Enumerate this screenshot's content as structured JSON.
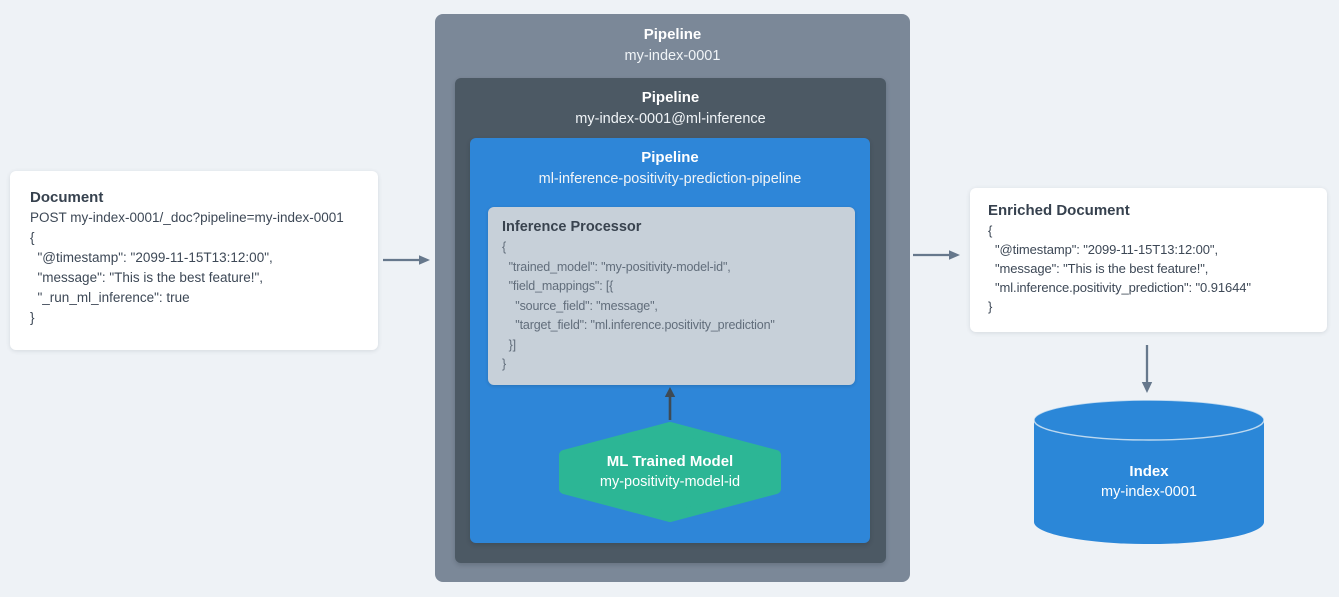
{
  "colors": {
    "background": "#EEF2F6",
    "outer_pipeline_box": "#7B8898",
    "middle_pipeline_box": "#4C5964",
    "inner_pipeline_box": "#2E86D8",
    "processor_card": "#C7D0D9",
    "model_hexagon": "#2CB695",
    "index_cylinder": "#2B87D8",
    "flow_arrow": "#66788C",
    "model_arrow": "#3E4A54",
    "white_card": "#FFFFFF"
  },
  "document_card": {
    "title": "Document",
    "lines": [
      "POST my-index-0001/_doc?pipeline=my-index-0001",
      "{",
      "  \"@timestamp\": \"2099-11-15T13:12:00\",",
      "  \"message\": \"This is the best feature!\",",
      "  \"_run_ml_inference\": true",
      "}"
    ]
  },
  "pipeline_outer": {
    "title": "Pipeline",
    "name": "my-index-0001"
  },
  "pipeline_middle": {
    "title": "Pipeline",
    "name": "my-index-0001@ml-inference"
  },
  "pipeline_inner": {
    "title": "Pipeline",
    "name": "ml-inference-positivity-prediction-pipeline"
  },
  "inference_processor": {
    "title": "Inference Processor",
    "lines": [
      "{",
      "  \"trained_model\": \"my-positivity-model-id\",",
      "  \"field_mappings\": [{",
      "    \"source_field\": \"message\",",
      "    \"target_field\": \"ml.inference.positivity_prediction\"",
      "  }]",
      "}"
    ]
  },
  "ml_model": {
    "title": "ML Trained Model",
    "name": "my-positivity-model-id"
  },
  "enriched_card": {
    "title": "Enriched Document",
    "lines": [
      "{",
      "  \"@timestamp\": \"2099-11-15T13:12:00\",",
      "  \"message\": \"This is the best feature!\",",
      "  \"ml.inference.positivity_prediction\": \"0.91644\"",
      "}"
    ]
  },
  "index": {
    "title": "Index",
    "name": "my-index-0001"
  }
}
